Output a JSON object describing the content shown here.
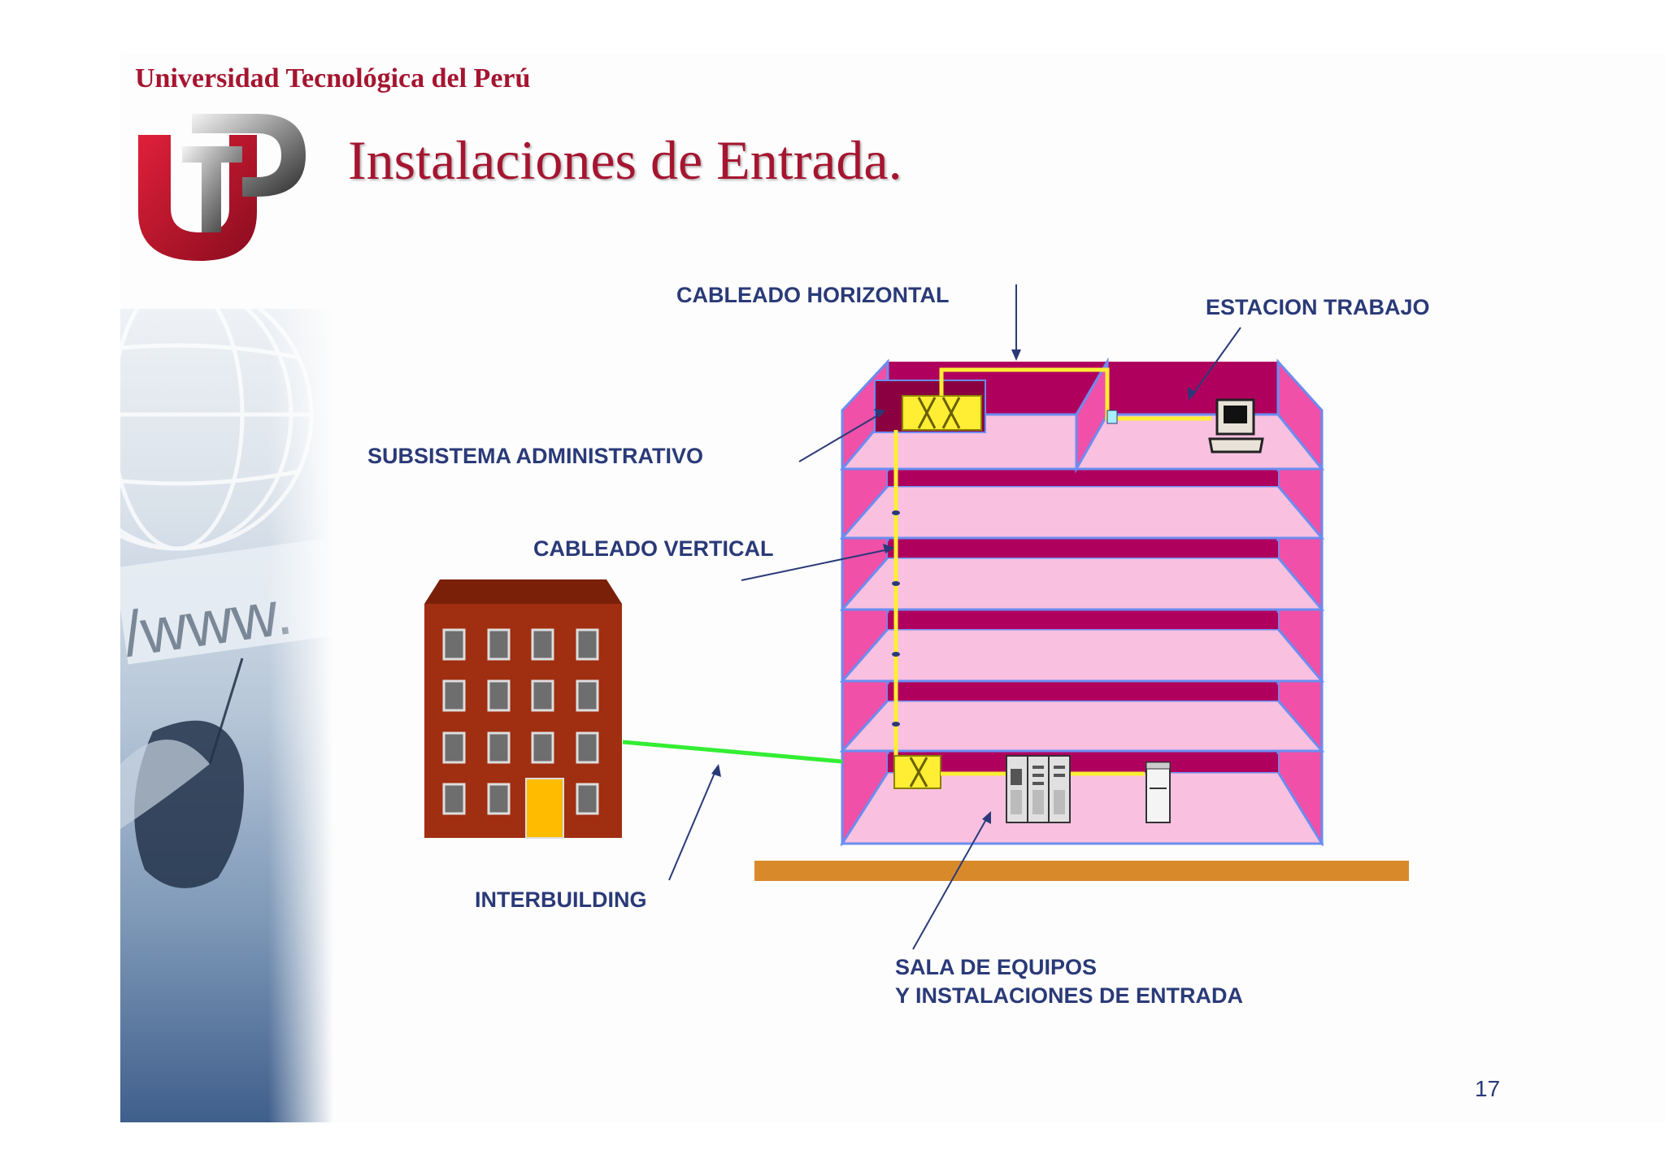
{
  "header": {
    "university": "Universidad Tecnológica del Perú",
    "title": "Instalaciones de Entrada."
  },
  "side_graphic_text": "/www.",
  "labels": {
    "cableado_horizontal": "CABLEADO HORIZONTAL",
    "estacion_trabajo": "ESTACION TRABAJO",
    "subsistema_administrativo": "SUBSISTEMA ADMINISTRATIVO",
    "cableado_vertical": "CABLEADO VERTICAL",
    "interbuilding": "INTERBUILDING",
    "sala_equipos_line1": "SALA  DE EQUIPOS",
    "sala_equipos_line2": "Y INSTALACIONES DE ENTRADA"
  },
  "page_number": "17",
  "colors": {
    "brand_red": "#a51530",
    "label_navy": "#2a3a78",
    "building_wall": "#f050a8",
    "building_back_wall": "#b0005e",
    "floor": "#f9c0e0",
    "cable_yellow": "#ffee33",
    "interbuilding_green": "#33ee33",
    "ground": "#d88a2a",
    "brick": "#a02e10"
  }
}
